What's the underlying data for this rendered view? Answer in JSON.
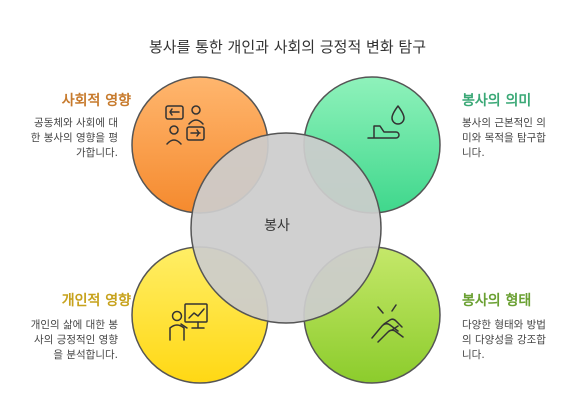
{
  "title": "봉사를 통한 개인과 사회의 긍정적 변화 탐구",
  "center": {
    "label": "봉사"
  },
  "colors": {
    "social": "#c77a2c",
    "meaning": "#3aa876",
    "personal": "#c7a21c",
    "form": "#6aa032"
  },
  "quadrants": {
    "social_impact": {
      "title": "사회적 영향",
      "desc": [
        "공동체와 사회에 대",
        "한 봉사의 영향을 평",
        "가합니다."
      ],
      "icon": "people-exchange-icon"
    },
    "meaning": {
      "title": "봉사의 의미",
      "desc": [
        "봉사의 근본적인 의",
        "미와 목적을 탐구합",
        "니다."
      ],
      "icon": "hand-drop-icon"
    },
    "personal_impact": {
      "title": "개인적 영향",
      "desc": [
        "개인의 삶에 대한 봉",
        "사의 긍정적인 영향",
        "을 분석합니다."
      ],
      "icon": "person-chart-icon"
    },
    "forms": {
      "title": "봉사의 형태",
      "desc": [
        "다양한 형태와 방법",
        "의 다양성을 강조합",
        "니다."
      ],
      "icon": "hands-together-icon"
    }
  }
}
